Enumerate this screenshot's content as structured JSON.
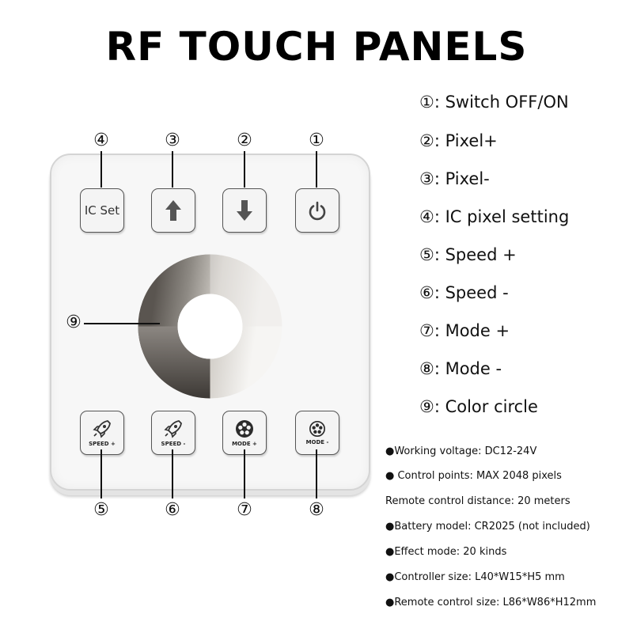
{
  "title": "RF TOUCH PANELS",
  "panel": {
    "buttons": {
      "ic_set": "IC Set",
      "speed_plus": "SPEED +",
      "speed_minus": "SPEED -",
      "mode_plus": "MODE +",
      "mode_minus": "MODE -"
    },
    "icons": [
      "pixel-up-arrow-icon",
      "pixel-down-arrow-icon",
      "power-icon",
      "rocket-icon",
      "mode-dots-icon",
      "color-circle"
    ]
  },
  "callouts": {
    "c1": "①",
    "c2": "②",
    "c3": "③",
    "c4": "④",
    "c5": "⑤",
    "c6": "⑥",
    "c7": "⑦",
    "c8": "⑧",
    "c9": "⑨"
  },
  "legend": [
    "①: Switch OFF/ON",
    "②: Pixel+",
    "③: Pixel-",
    "④: IC pixel setting",
    "⑤: Speed +",
    "⑥: Speed -",
    "⑦: Mode +",
    "⑧: Mode -",
    "⑨: Color circle"
  ],
  "specs": [
    "●Working voltage: DC12-24V",
    "● Control points: MAX 2048 pixels",
    "Remote control distance: 20 meters",
    "●Battery model: CR2025 (not included)",
    "●Effect mode: 20 kinds",
    "●Controller size: L40*W15*H5 mm",
    "●Remote control size: L86*W86*H12mm"
  ],
  "colors": {
    "title": "#000000",
    "panel_face": "#f7f7f7",
    "ring_dark": "#5a5550",
    "ring_light": "#f1f0ee",
    "button_border": "#555555"
  }
}
